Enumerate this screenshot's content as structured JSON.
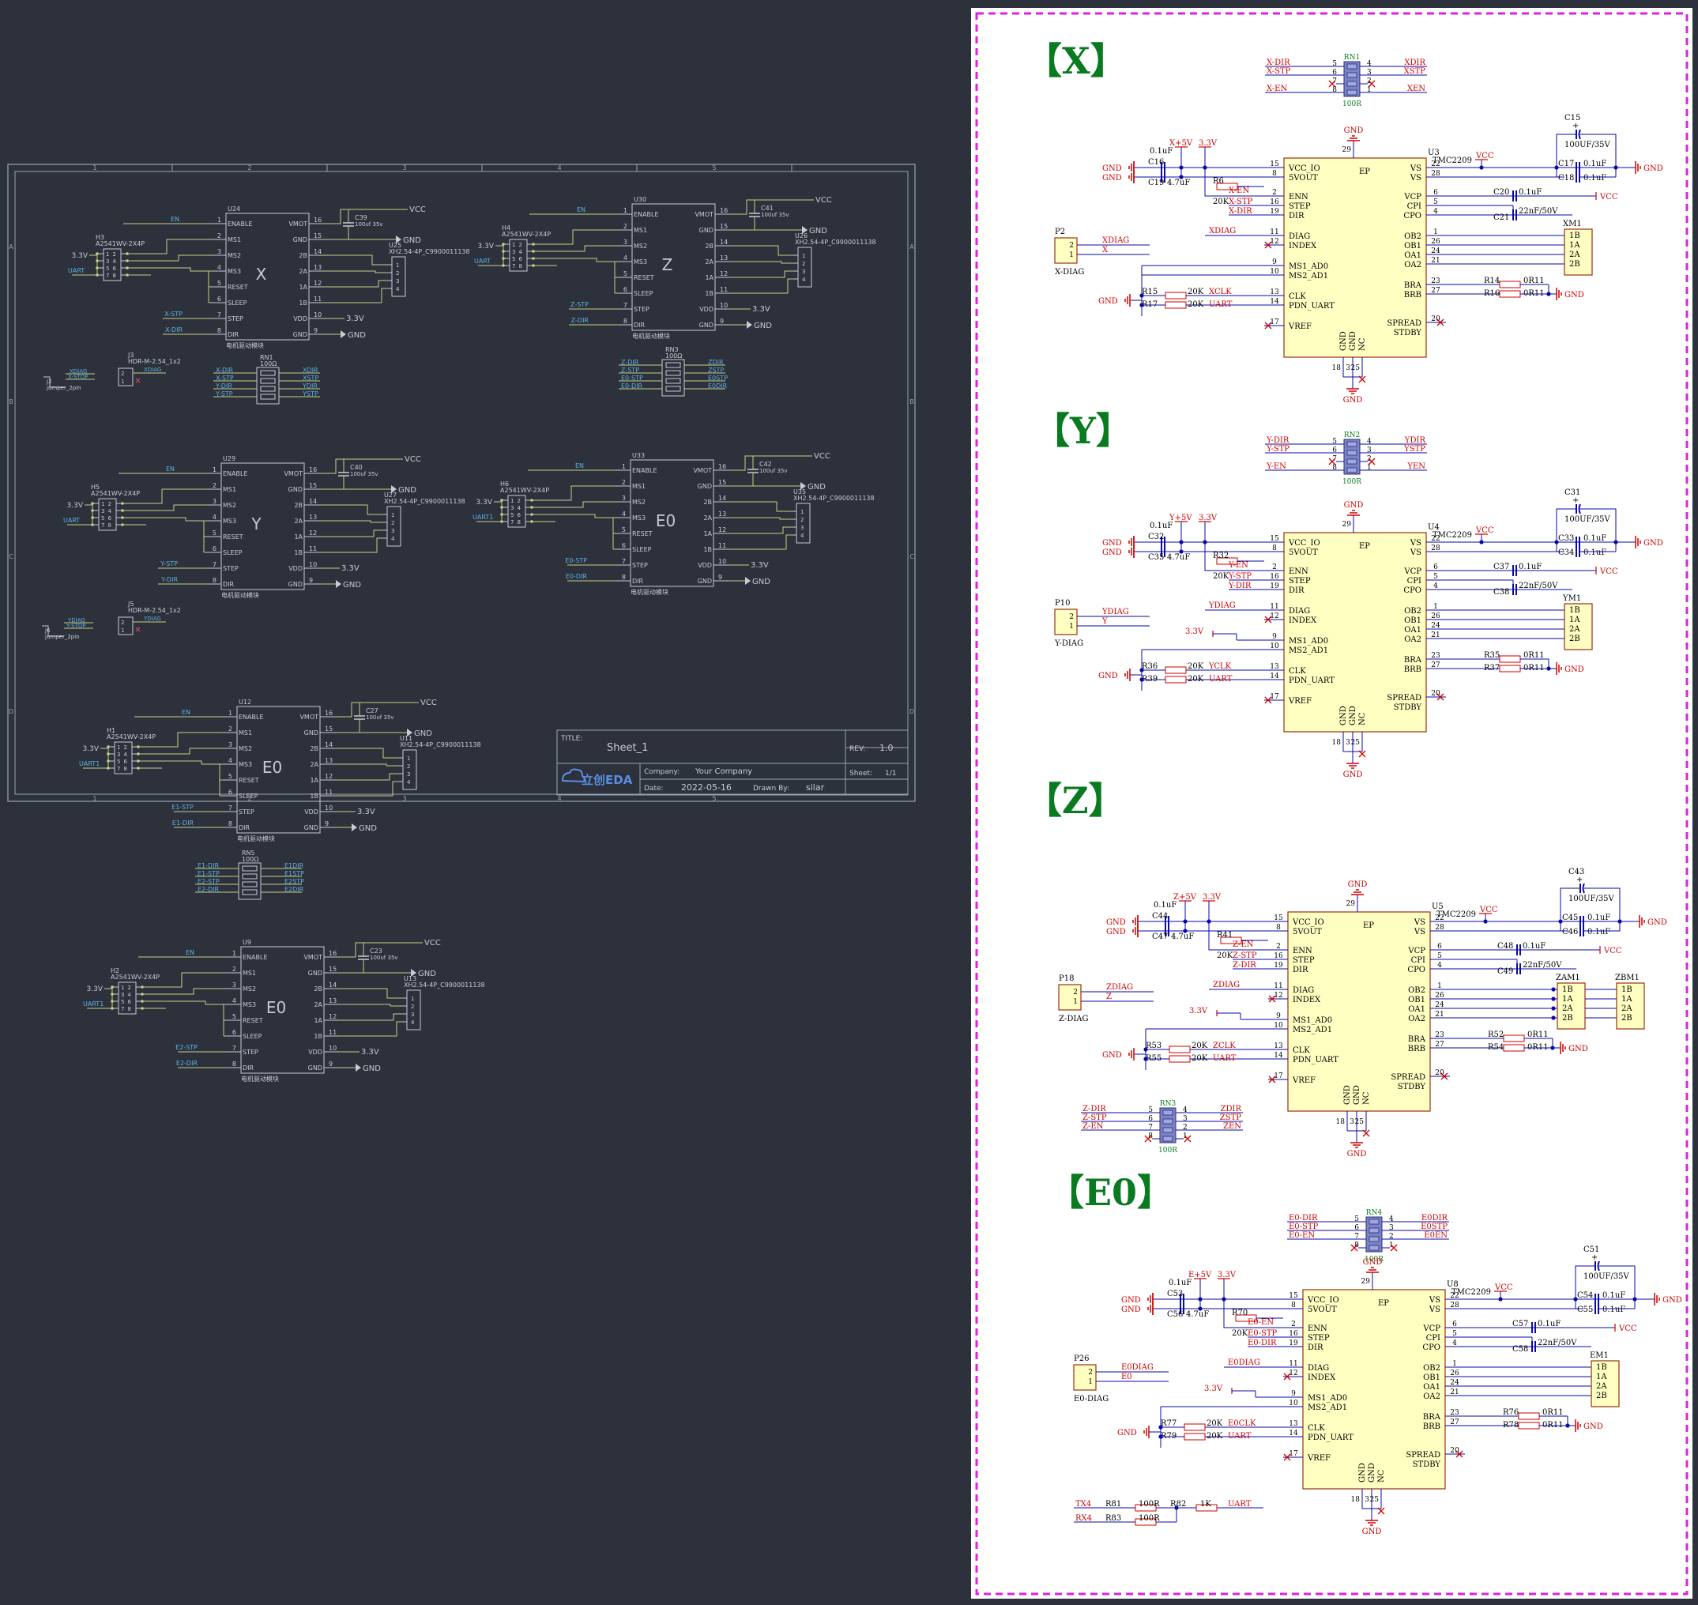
{
  "colors": {
    "dark_bg": "#2c313c",
    "dark_wire": "#c8cf84",
    "dark_text": "#c7cbd3",
    "dark_net": "#5db1e3",
    "sheet_border": "#9aa3b0",
    "white_bg": "#ffffff",
    "wire_blue": "#0a0aa8",
    "net_red": "#d00000",
    "part_fill": "#ffffc2",
    "part_stroke": "#9a3010",
    "header_green": "#0a7a20",
    "dash_magenta": "#e020e0",
    "rnet_fill": "#7a82c8"
  },
  "left_sheet": {
    "col_labels": [
      "1",
      "2",
      "3",
      "4",
      "5"
    ],
    "row_labels": [
      "A",
      "B",
      "C",
      "D"
    ],
    "title_block": {
      "title_label": "TITLE:",
      "title": "Sheet_1",
      "rev_label": "REV:",
      "rev": "1.0",
      "company_label": "Company:",
      "company": "Your Company",
      "sheet_label": "Sheet:",
      "sheet": "1/1",
      "date_label": "Date:",
      "date": "2022-05-16",
      "drawn_label": "Drawn By:",
      "drawn": "silar",
      "logo": "立创EDA"
    },
    "module_caption": "电机驱动模块",
    "left_pins": [
      {
        "num": "1",
        "name": "ENABLE"
      },
      {
        "num": "2",
        "name": "MS1"
      },
      {
        "num": "3",
        "name": "MS2"
      },
      {
        "num": "4",
        "name": "MS3"
      },
      {
        "num": "5",
        "name": "RESET"
      },
      {
        "num": "6",
        "name": "SLEEP"
      },
      {
        "num": "7",
        "name": "STEP"
      },
      {
        "num": "8",
        "name": "DIR"
      }
    ],
    "right_pins": [
      {
        "num": "16",
        "name": "VMOT"
      },
      {
        "num": "15",
        "name": "GND"
      },
      {
        "num": "14",
        "name": "2B"
      },
      {
        "num": "13",
        "name": "2A"
      },
      {
        "num": "12",
        "name": "1A"
      },
      {
        "num": "11",
        "name": "1B"
      },
      {
        "num": "10",
        "name": "VDD"
      },
      {
        "num": "9",
        "name": "GND"
      }
    ],
    "header_pins": [
      "1",
      "3",
      "5",
      "7",
      "2",
      "4",
      "6",
      "8"
    ],
    "conn_pins": [
      "1",
      "2",
      "3",
      "4"
    ],
    "modules": [
      {
        "ref": "U24",
        "label": "X",
        "en": "EN",
        "stp": "X-STP",
        "dir": "X-DIR",
        "hdr": "H3",
        "hdr_part": "A2541WV-2X4P",
        "v33": "3.3V",
        "uart": "UART",
        "cap": "C39",
        "cap_val": "100uf 35v",
        "vcc": "VCC",
        "gnd": "GND",
        "v33b": "3.3V",
        "gndb": "GND",
        "conn": "U25",
        "conn_part": "XH2.54-4P_C9900011138"
      },
      {
        "ref": "U30",
        "label": "Z",
        "en": "EN",
        "stp": "Z-STP",
        "dir": "Z-DIR",
        "hdr": "H4",
        "hdr_part": "A2541WV-2X4P",
        "v33": "3.3V",
        "uart": "UART",
        "cap": "C41",
        "cap_val": "100uf 35v",
        "vcc": "VCC",
        "gnd": "GND",
        "v33b": "3.3V",
        "gndb": "GND",
        "conn": "U26",
        "conn_part": "XH2.54-4P_C9900011138"
      },
      {
        "ref": "U29",
        "label": "Y",
        "en": "EN",
        "stp": "Y-STP",
        "dir": "Y-DIR",
        "hdr": "H5",
        "hdr_part": "A2541WV-2X4P",
        "v33": "3.3V",
        "uart": "UART",
        "cap": "C40",
        "cap_val": "100uf 35v",
        "vcc": "VCC",
        "gnd": "GND",
        "v33b": "3.3V",
        "gndb": "GND",
        "conn": "U27",
        "conn_part": "XH2.54-4P_C9900011138"
      },
      {
        "ref": "U33",
        "label": "E0",
        "en": "EN",
        "stp": "E0-STP",
        "dir": "E0-DIR",
        "hdr": "H6",
        "hdr_part": "A2541WV-2X4P",
        "v33": "3.3V",
        "uart": "UART1",
        "cap": "C42",
        "cap_val": "100uf 35v",
        "vcc": "VCC",
        "gnd": "GND",
        "v33b": "3.3V",
        "gndb": "GND",
        "conn": "U35",
        "conn_part": "XH2.54-4P_C9900011138"
      },
      {
        "ref": "U12",
        "label": "E0",
        "en": "EN",
        "stp": "E1-STP",
        "dir": "E1-DIR",
        "hdr": "H1",
        "hdr_part": "A2541WV-2X4P",
        "v33": "3.3V",
        "uart": "UART1",
        "cap": "C27",
        "cap_val": "100uf 35v",
        "vcc": "VCC",
        "gnd": "GND",
        "v33b": "3.3V",
        "gndb": "GND",
        "conn": "U11",
        "conn_part": "XH2.54-4P_C9900011138"
      },
      {
        "ref": "U9",
        "label": "E0",
        "en": "EN",
        "stp": "E2-STP",
        "dir": "E2-DIR",
        "hdr": "H2",
        "hdr_part": "A2541WV-2X4P",
        "v33": "3.3V",
        "uart": "UART1",
        "cap": "C23",
        "cap_val": "100uf 35v",
        "vcc": "VCC",
        "gnd": "GND",
        "v33b": "3.3V",
        "gndb": "GND",
        "conn": "U13",
        "conn_part": "XH2.54-4P_C9900011138"
      }
    ],
    "rnets": [
      {
        "ref": "RN1",
        "val": "100Ω",
        "left": [
          "X-DIR",
          "X-STP",
          "Y-DIR",
          "Y-STP"
        ],
        "right": [
          "XDIR",
          "XSTP",
          "YDIR",
          "YSTP"
        ]
      },
      {
        "ref": "RN3",
        "val": "100Ω",
        "left": [
          "Z-DIR",
          "Z-STP",
          "E0-STP",
          "E0-DIR"
        ],
        "right": [
          "ZDIR",
          "ZSTP",
          "E0STP",
          "E0DIR"
        ]
      },
      {
        "ref": "RN5",
        "val": "100Ω",
        "left": [
          "E1-DIR",
          "E1-STP",
          "E2-STP",
          "E2-DIR"
        ],
        "right": [
          "E1DIR",
          "E1STP",
          "E2STP",
          "E2DIR"
        ]
      }
    ],
    "small_headers": [
      {
        "ref": "J3",
        "part": "HDR-M-2.54_1x2",
        "pins": [
          "2",
          "1"
        ],
        "net": "XDIAG"
      },
      {
        "ref": "J5",
        "part": "HDR-M-2.54_1x2",
        "pins": [
          "2",
          "1"
        ],
        "net": "YDIAG"
      }
    ],
    "jumpers": [
      {
        "ref": "J2",
        "part": "jumper_2pin",
        "nets": [
          "XDIAG",
          "X-STOP"
        ]
      },
      {
        "ref": "J6",
        "part": "jumper_2pin",
        "nets": [
          "YDIAG",
          "Y-STOP"
        ]
      }
    ]
  },
  "right_sheet": {
    "ic_left_pins": [
      {
        "num": "15",
        "name": "VCC_IO"
      },
      {
        "num": "8",
        "name": "5VOUT"
      },
      {
        "num": "2",
        "name": "ENN"
      },
      {
        "num": "16",
        "name": "STEP"
      },
      {
        "num": "19",
        "name": "DIR"
      },
      {
        "num": "11",
        "name": "DIAG"
      },
      {
        "num": "12",
        "name": "INDEX"
      },
      {
        "num": "9",
        "name": "MS1_AD0"
      },
      {
        "num": "10",
        "name": "MS2_AD1"
      },
      {
        "num": "13",
        "name": "CLK"
      },
      {
        "num": "14",
        "name": "PDN_UART"
      },
      {
        "num": "17",
        "name": "VREF"
      }
    ],
    "ic_right_pins": [
      {
        "num": "22",
        "name": "VS"
      },
      {
        "num": "28",
        "name": "VS"
      },
      {
        "num": "6",
        "name": "VCP"
      },
      {
        "num": "5",
        "name": "CPI"
      },
      {
        "num": "4",
        "name": "CPO"
      },
      {
        "num": "1",
        "name": "OB2"
      },
      {
        "num": "26",
        "name": "OB1"
      },
      {
        "num": "24",
        "name": "OA1"
      },
      {
        "num": "21",
        "name": "OA2"
      },
      {
        "num": "23",
        "name": "BRA"
      },
      {
        "num": "27",
        "name": "BRB"
      },
      {
        "num": "20",
        "name": "SPREAD"
      },
      {
        "num": "",
        "name": "STDBY"
      }
    ],
    "ic_bottom_pins": [
      {
        "num": "18",
        "name": "GND"
      },
      {
        "num": "3",
        "name": "GND"
      },
      {
        "num": "25",
        "name": "NC"
      }
    ],
    "ic_ep": {
      "num": "29",
      "name": "EP"
    },
    "motor_pins": [
      "1B",
      "1A",
      "2A",
      "2B"
    ],
    "sections": [
      {
        "title": "【X】",
        "ic": "U3",
        "part": "TMC2209",
        "rn": "RN1",
        "rn_val": "100R",
        "rn_pins_l": [
          "5",
          "6",
          "7",
          "8"
        ],
        "rn_pins_r": [
          "4",
          "3",
          "2",
          "1"
        ],
        "rn_left": [
          "X-DIR",
          "X-STP",
          "",
          "X-EN"
        ],
        "rn_right": [
          "XDIR",
          "XSTP",
          "",
          "XEN"
        ],
        "vcc_io": "X+5V",
        "v33": "3.3V",
        "c_top": "C16",
        "c_top_val": "0.1uF",
        "c_bot": "C19",
        "c_bot_val": "4.7uF",
        "gnd": "GND",
        "gnd2": "GND",
        "r_en": "R6",
        "r_en_val": "20K",
        "en": "X-EN",
        "stp": "X-STP",
        "dir": "X-DIR",
        "diag": "XDIAG",
        "conn": "P2",
        "conn_name": "X-DIAG",
        "conn_pins": [
          "2",
          "1"
        ],
        "conn_nets": [
          "XDIAG",
          "X"
        ],
        "ms_net": "",
        "r_clk": "R15",
        "r_clk_val": "20K",
        "clk": "XCLK",
        "r_uart": "R17",
        "r_uart_val": "20K",
        "uart": "UART",
        "bulk": "C15",
        "bulk_val": "100UF/35V",
        "cvs1": "C17",
        "cvs1_val": "0.1uF",
        "cvs2": "C18",
        "cvs2_val": "0.1uF",
        "vcc": "VCC",
        "c_vcp": "C20",
        "c_vcp_val": "0.1uF",
        "c_cp": "C21",
        "c_cp_val": "22nF/50V",
        "motor": "XM1",
        "motor2": "",
        "r_bra": "R14",
        "r_bra_val": "0R11",
        "r_brb": "R16",
        "r_brb_val": "0R11",
        "ep_gnd": "GND",
        "bot_gnd": "GND"
      },
      {
        "title": "【Y】",
        "ic": "U4",
        "part": "TMC2209",
        "rn": "RN2",
        "rn_val": "100R",
        "rn_pins_l": [
          "5",
          "6",
          "7",
          "8"
        ],
        "rn_pins_r": [
          "4",
          "3",
          "2",
          "1"
        ],
        "rn_left": [
          "Y-DIR",
          "Y-STP",
          "",
          "Y-EN"
        ],
        "rn_right": [
          "YDIR",
          "YSTP",
          "",
          "YEN"
        ],
        "vcc_io": "Y+5V",
        "v33": "3.3V",
        "c_top": "C32",
        "c_top_val": "0.1uF",
        "c_bot": "C35",
        "c_bot_val": "4.7uF",
        "gnd": "GND",
        "gnd2": "GND",
        "r_en": "R32",
        "r_en_val": "20K",
        "en": "Y-EN",
        "stp": "Y-STP",
        "dir": "Y-DIR",
        "diag": "YDIAG",
        "conn": "P10",
        "conn_name": "Y-DIAG",
        "conn_pins": [
          "2",
          "1"
        ],
        "conn_nets": [
          "YDIAG",
          "Y"
        ],
        "ms_net": "3.3V",
        "r_clk": "R36",
        "r_clk_val": "20K",
        "clk": "YCLK",
        "r_uart": "R39",
        "r_uart_val": "20K",
        "uart": "UART",
        "bulk": "C31",
        "bulk_val": "100UF/35V",
        "cvs1": "C33",
        "cvs1_val": "0.1uF",
        "cvs2": "C34",
        "cvs2_val": "0.1uF",
        "vcc": "VCC",
        "c_vcp": "C37",
        "c_vcp_val": "0.1uF",
        "c_cp": "C38",
        "c_cp_val": "22nF/50V",
        "motor": "YM1",
        "motor2": "",
        "r_bra": "R35",
        "r_bra_val": "0R11",
        "r_brb": "R37",
        "r_brb_val": "0R11",
        "ep_gnd": "GND",
        "bot_gnd": "GND"
      },
      {
        "title": "【Z】",
        "ic": "U5",
        "part": "TMC2209",
        "rn": "",
        "rn_val": "",
        "rn_pins_l": [],
        "rn_pins_r": [],
        "rn_left": [],
        "rn_right": [],
        "vcc_io": "Z+5V",
        "v33": "3.3V",
        "c_top": "C44",
        "c_top_val": "0.1uF",
        "c_bot": "C47",
        "c_bot_val": "4.7uF",
        "gnd": "GND",
        "gnd2": "GND",
        "r_en": "R41",
        "r_en_val": "20K",
        "en": "Z-EN",
        "stp": "Z-STP",
        "dir": "Z-DIR",
        "diag": "ZDIAG",
        "conn": "P18",
        "conn_name": "Z-DIAG",
        "conn_pins": [
          "2",
          "1"
        ],
        "conn_nets": [
          "ZDIAG",
          "Z"
        ],
        "ms_net": "3.3V",
        "r_clk": "R53",
        "r_clk_val": "20K",
        "clk": "ZCLK",
        "r_uart": "R55",
        "r_uart_val": "20K",
        "uart": "UART",
        "bulk": "C43",
        "bulk_val": "100UF/35V",
        "cvs1": "C45",
        "cvs1_val": "0.1uF",
        "cvs2": "C46",
        "cvs2_val": "0.1uF",
        "vcc": "VCC",
        "c_vcp": "C48",
        "c_vcp_val": "0.1uF",
        "c_cp": "C49",
        "c_cp_val": "22nF/50V",
        "motor": "ZAM1",
        "motor2": "ZBM1",
        "r_bra": "R52",
        "r_bra_val": "0R11",
        "r_brb": "R54",
        "r_brb_val": "0R11",
        "ep_gnd": "GND",
        "bot_gnd": "GND"
      },
      {
        "title": "【E0】",
        "ic": "U8",
        "part": "TMC2209",
        "rn": "RN4",
        "rn_val": "100R",
        "rn_pins_l": [
          "5",
          "6",
          "7",
          "8"
        ],
        "rn_pins_r": [
          "4",
          "3",
          "2",
          "1"
        ],
        "rn_left": [
          "E0-DIR",
          "E0-STP",
          "E0-EN",
          ""
        ],
        "rn_right": [
          "E0DIR",
          "E0STP",
          "E0EN",
          ""
        ],
        "vcc_io": "E+5V",
        "v33": "3.3V",
        "c_top": "C53",
        "c_top_val": "0.1uF",
        "c_bot": "C56",
        "c_bot_val": "4.7uF",
        "gnd": "GND",
        "gnd2": "GND",
        "r_en": "R70",
        "r_en_val": "20K",
        "en": "E0-EN",
        "stp": "E0-STP",
        "dir": "E0-DIR",
        "diag": "E0DIAG",
        "conn": "P26",
        "conn_name": "E0-DIAG",
        "conn_pins": [
          "2",
          "1"
        ],
        "conn_nets": [
          "E0DIAG",
          "E0"
        ],
        "ms_net": "3.3V",
        "r_clk": "R77",
        "r_clk_val": "20K",
        "clk": "E0CLK",
        "r_uart": "R79",
        "r_uart_val": "20K",
        "uart": "UART",
        "bulk": "C51",
        "bulk_val": "100UF/35V",
        "cvs1": "C54",
        "cvs1_val": "0.1uF",
        "cvs2": "C55",
        "cvs2_val": "0.1uF",
        "vcc": "VCC",
        "c_vcp": "C57",
        "c_vcp_val": "0.1uF",
        "c_cp": "C58",
        "c_cp_val": "22nF/50V",
        "motor": "EM1",
        "motor2": "",
        "r_bra": "R76",
        "r_bra_val": "0R11",
        "r_brb": "R78",
        "r_brb_val": "0R11",
        "ep_gnd": "GND",
        "bot_gnd": "GND"
      }
    ],
    "rn3_block": {
      "ref": "RN3",
      "val": "100R",
      "pins_l": [
        "5",
        "6",
        "7",
        "8"
      ],
      "pins_r": [
        "4",
        "3",
        "2",
        "1"
      ],
      "left": [
        "Z-DIR",
        "Z-STP",
        "Z-EN",
        ""
      ],
      "right": [
        "ZDIR",
        "ZSTP",
        "ZEN",
        ""
      ]
    },
    "uart_block": {
      "tx": "TX4",
      "rx": "RX4",
      "r81": "R81",
      "r81_val": "100R",
      "r82": "R82",
      "r82_val": "1K",
      "r83": "R83",
      "r83_val": "100R",
      "uart": "UART"
    }
  }
}
